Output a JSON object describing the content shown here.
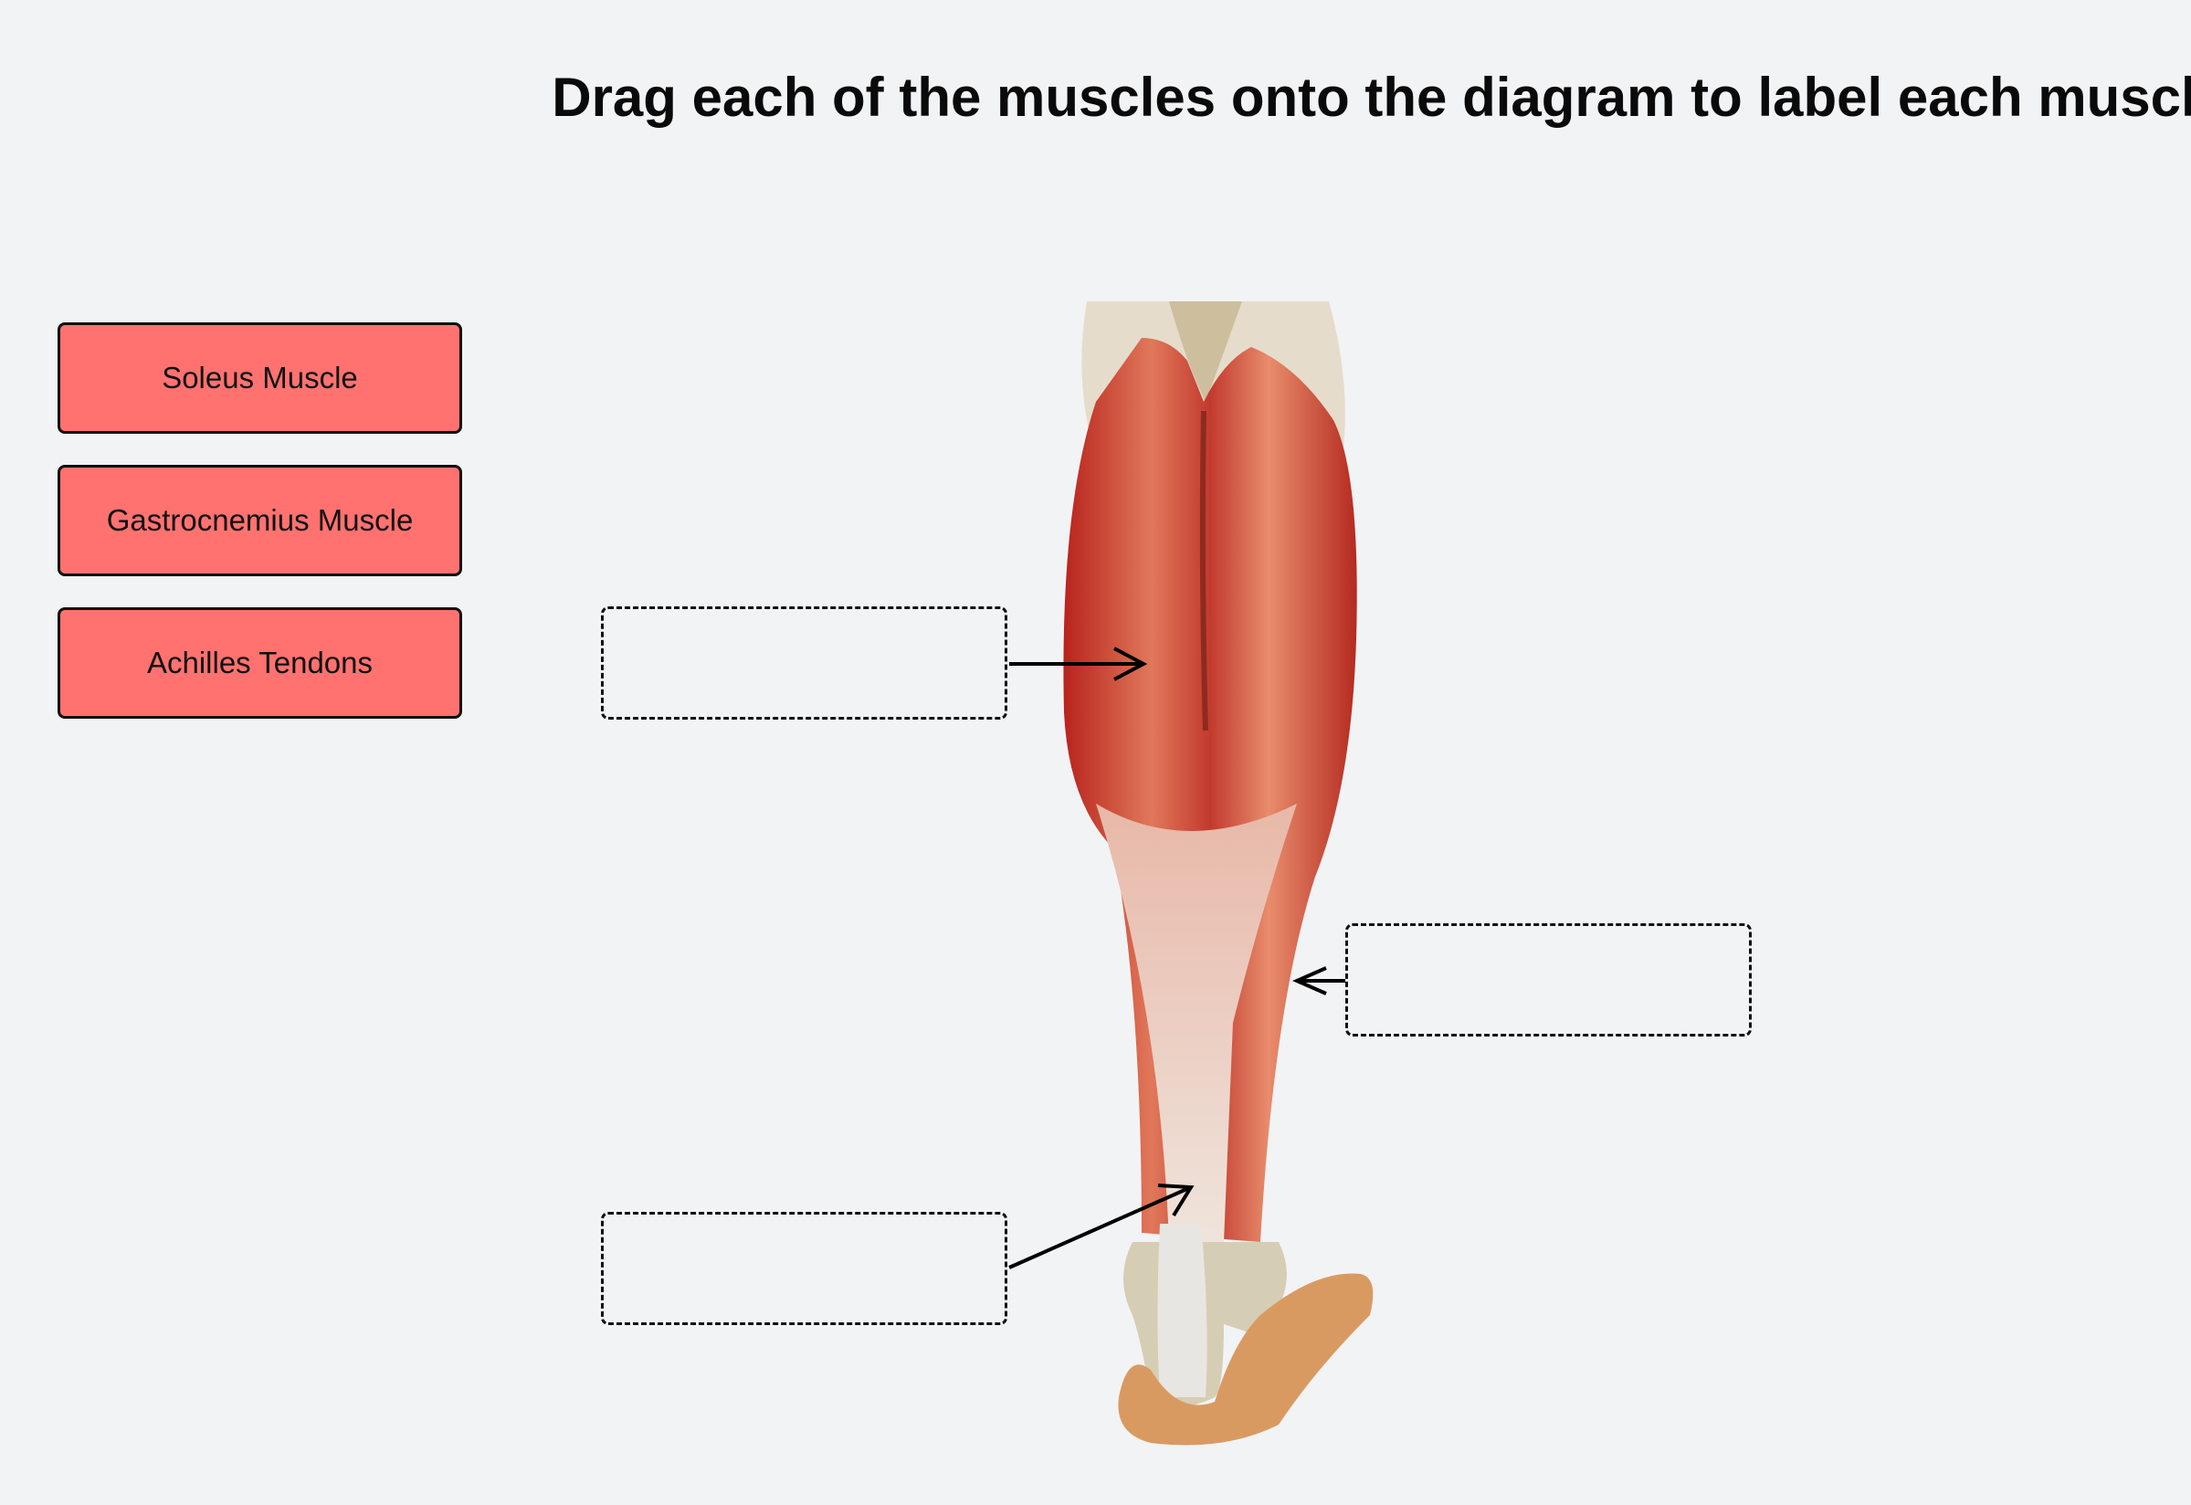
{
  "instructions": "Drag each of the muscles onto the diagram to label each muscle.",
  "draggable_labels": [
    {
      "label": "Soleus Muscle"
    },
    {
      "label": "Gastrocnemius Muscle"
    },
    {
      "label": "Achilles Tendons"
    }
  ],
  "drop_zones": [
    {
      "target": "upper-calf",
      "value": ""
    },
    {
      "target": "lower-side-calf",
      "value": ""
    },
    {
      "target": "heel-tendon",
      "value": ""
    }
  ],
  "colors": {
    "chip": "#ff7270",
    "background": "#f2f3f5"
  }
}
